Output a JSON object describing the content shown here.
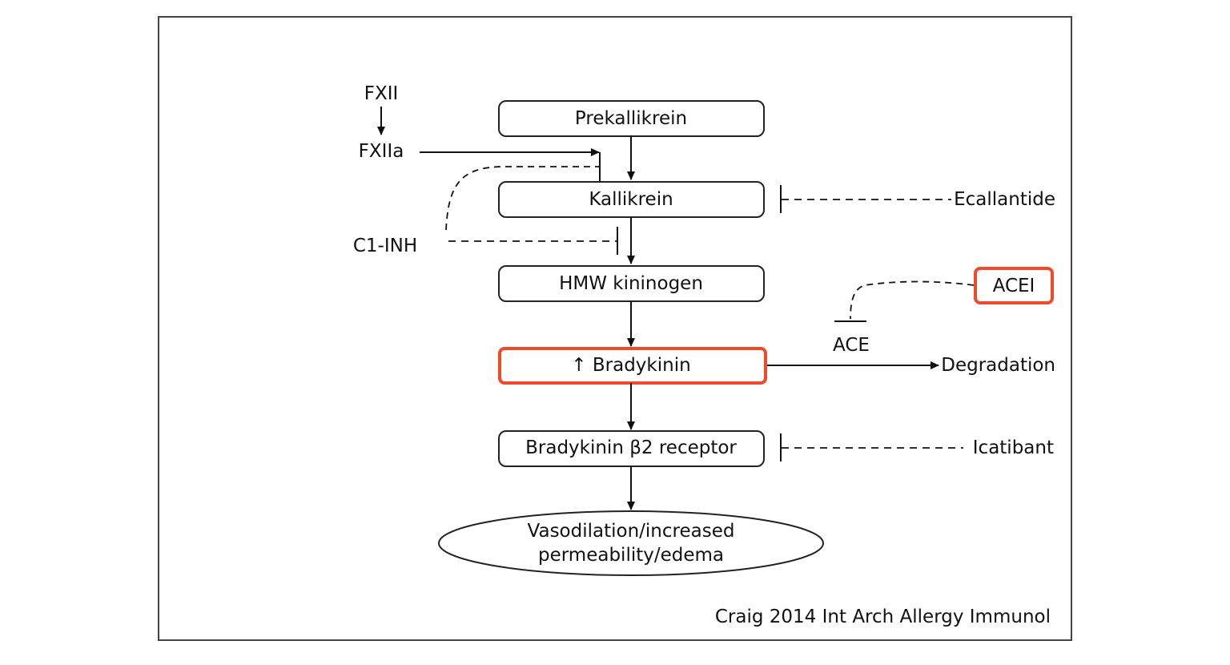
{
  "colors": {
    "highlight": "#f04a2a",
    "stroke": "#222222",
    "frame": "#444444"
  },
  "diagram": {
    "nodes": {
      "prekallikrein": "Prekallikrein",
      "kallikrein": "Kallikrein",
      "hmw_kininogen": "HMW kininogen",
      "bradykinin": "↑ Bradykinin",
      "receptor": "Bradykinin β2 receptor",
      "outcome_line1": "Vasodilation/increased",
      "outcome_line2": "permeability/edema"
    },
    "side": {
      "fxii": "FXII",
      "fxiia": "FXIIa",
      "c1_inh": "C1-INH",
      "ecallantide": "Ecallantide",
      "acei": "ACEI",
      "ace": "ACE",
      "degradation": "Degradation",
      "icatibant": "Icatibant"
    },
    "citation": "Craig 2014 Int Arch Allergy Immunol"
  }
}
